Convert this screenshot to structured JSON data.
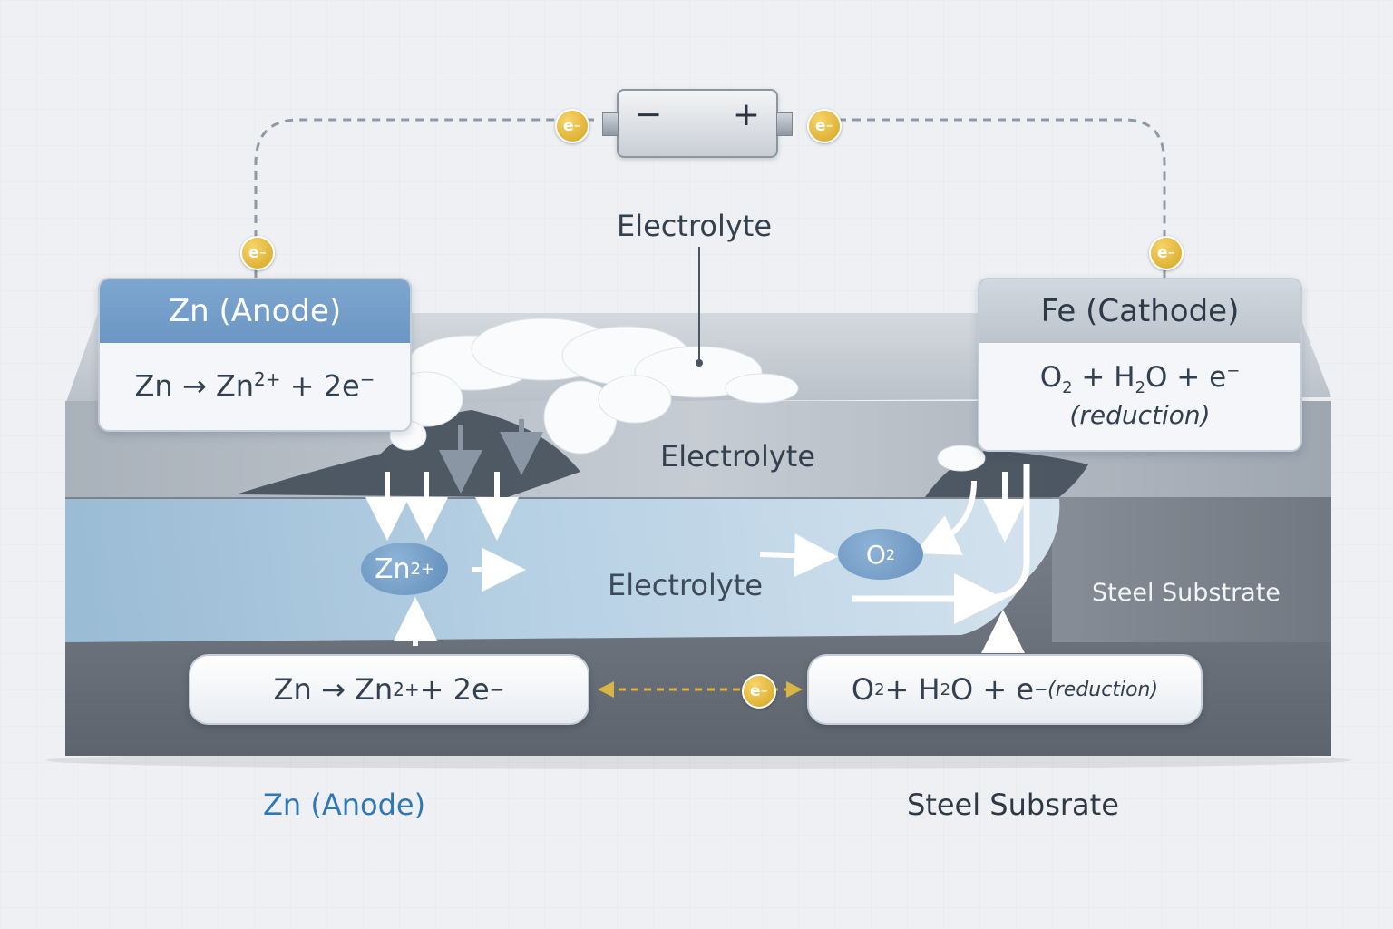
{
  "electrolyte_top_label": "Electrolyte",
  "electrolyte_surface_label": "Electrolyte",
  "electrolyte_channel_label": "Electrolyte",
  "steel_substrate_side_label": "Steel Substrate",
  "anode_box": {
    "title": "Zn (Anode)",
    "reaction_main": "Zn → Zn",
    "reaction_sup": "2+",
    "reaction_tail": " + 2e",
    "reaction_tail_sup": "−"
  },
  "cathode_box": {
    "title": "Fe (Cathode)",
    "reaction_o": "O",
    "reaction_o_sub": "2",
    "reaction_mid": " + H",
    "reaction_h_sub": "2",
    "reaction_tail": "O + e",
    "reaction_tail_sup": "−",
    "reaction_note": "(reduction)"
  },
  "battery": {
    "negative": "−",
    "positive": "+"
  },
  "electron_symbol": "e",
  "electron_symbol_sup": "−",
  "ions": {
    "zn": "Zn",
    "zn_sup": "2+",
    "o2": "O",
    "o2_sub": "2"
  },
  "bottom_pill_left": {
    "main": "Zn → Zn",
    "sup": "2+",
    "tail": " + 2e",
    "tail_sup": "−"
  },
  "bottom_pill_right": {
    "o": "O",
    "o_sub": "2",
    "mid": " + H",
    "h_sub": "2",
    "tail": "O + e",
    "tail_sup": "−",
    "note": "(reduction)"
  },
  "caption_anode": "Zn (Anode)",
  "caption_substrate": "Steel Subsrate",
  "colors": {
    "anode_blue": "#6b97c4",
    "electrolyte_blue": "#a9c8df",
    "steel_dark": "#6a717a",
    "electron_gold": "#d4a521",
    "caption_anode": "#2f78b5",
    "caption_substrate": "#2f3945"
  }
}
